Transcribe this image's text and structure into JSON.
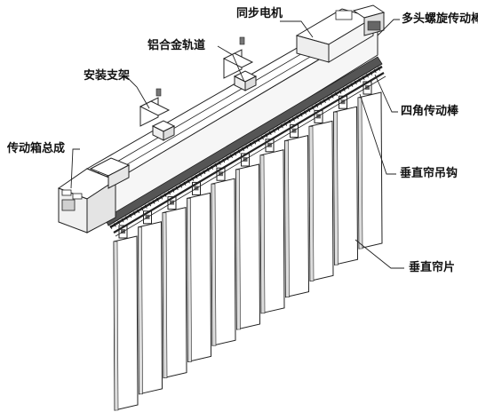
{
  "labels": {
    "sync_motor": "同步电机",
    "multi_screw_rod": "多头螺旋传动棒",
    "aluminum_track": "铝合金轨道",
    "mount_bracket": "安装支架",
    "square_rod": "四角传动棒",
    "gearbox_assembly": "传动箱总成",
    "vertical_hook": "垂直帘吊钩",
    "vertical_slat": "垂直帘片"
  },
  "diagram": {
    "slat_count": 11
  },
  "colors": {
    "line": "#222222",
    "fill": "#ffffff",
    "shade": "#d9d9d9",
    "dark": "#555555"
  }
}
